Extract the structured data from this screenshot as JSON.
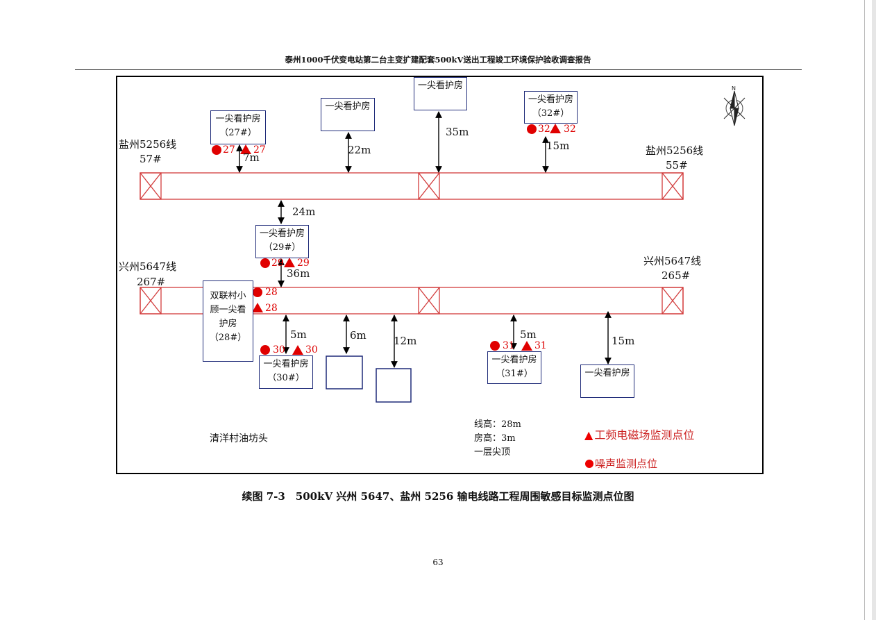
{
  "header": "泰州1000千伏变电站第二台主变扩建配套500kV送出工程竣工环境保护验收调查报告",
  "caption": "续图 7-3　500kV 兴州 5647、盐州 5256 输电线路工程周围敏感目标监测点位图",
  "page_number": "63",
  "lines": {
    "top_left": {
      "name": "盐州5256线",
      "tower": "57#"
    },
    "top_right": {
      "name": "盐州5256线",
      "tower": "55#"
    },
    "bottom_left": {
      "name": "兴州5647线",
      "tower": "267#"
    },
    "bottom_right": {
      "name": "兴州5647线",
      "tower": "265#"
    }
  },
  "houses": {
    "h27": "一尖看护房（27#）",
    "h_top_mid": "一尖看护房",
    "h_top_35": "一尖看护房",
    "h32": "一尖看护房（32#）",
    "h29": "一尖看护房（29#）",
    "h28": "双联村小顾一尖看护房（28#）",
    "h30": "一尖看护房（30#）",
    "h31": "一尖看护房（31#）",
    "h_right": "一尖看护房"
  },
  "distances": {
    "d7": "7m",
    "d22": "22m",
    "d35": "35m",
    "d15a": "15m",
    "d24": "24m",
    "d36": "36m",
    "d5a": "5m",
    "d6": "6m",
    "d12": "12m",
    "d5b": "5m",
    "d15b": "15m"
  },
  "markers": {
    "m27": "27",
    "m32": "32",
    "m29": "29",
    "m28": "28",
    "m30": "30",
    "m31": "31"
  },
  "village": "清洋村油坊头",
  "info": {
    "line_height": "线高：28m",
    "house_height": "房高：3m",
    "roof": "一层尖顶"
  },
  "legend": {
    "emf": "工频电磁场监测点位",
    "noise": "噪声监测点位"
  },
  "compass": "N",
  "colors": {
    "line": "#d23b3b",
    "marker": "#e00000",
    "box": "#1e2a78"
  }
}
